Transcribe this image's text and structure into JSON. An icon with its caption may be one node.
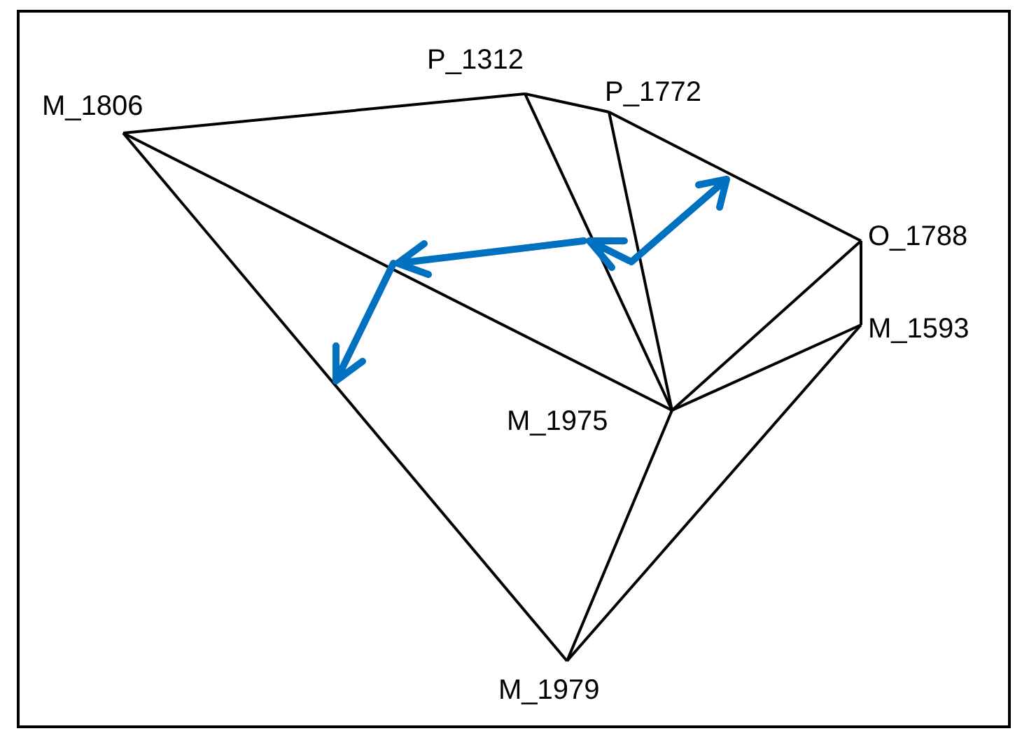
{
  "diagram": {
    "nodes": [
      {
        "text": [
          "M_1806"
        ]
      },
      {
        "text": [
          "P_1312"
        ]
      },
      {
        "text": [
          "P_1772"
        ]
      },
      {
        "text": [
          "O_1788"
        ]
      },
      {
        "text": [
          "M_1593"
        ]
      },
      {
        "text": [
          "M_1975"
        ]
      },
      {
        "text": [
          "M_1979"
        ]
      }
    ],
    "edges": [
      {
        "from": 0,
        "to": 1,
        "arrow": "none"
      },
      {
        "from": 1,
        "to": 2,
        "arrow": "none"
      },
      {
        "from": 2,
        "to": 3,
        "arrow": "none"
      },
      {
        "from": 3,
        "to": 4,
        "arrow": "none"
      },
      {
        "from": 0,
        "to": 5,
        "arrow": "none"
      },
      {
        "from": 0,
        "to": 6,
        "arrow": "none"
      },
      {
        "from": 1,
        "to": 5,
        "arrow": "none"
      },
      {
        "from": 2,
        "to": 5,
        "arrow": "none"
      },
      {
        "from": 3,
        "to": 5,
        "arrow": "none"
      },
      {
        "from": 4,
        "to": 5,
        "arrow": "none"
      },
      {
        "from": 4,
        "to": 6,
        "arrow": "none"
      },
      {
        "from": 5,
        "to": 6,
        "arrow": "none"
      }
    ]
  }
}
